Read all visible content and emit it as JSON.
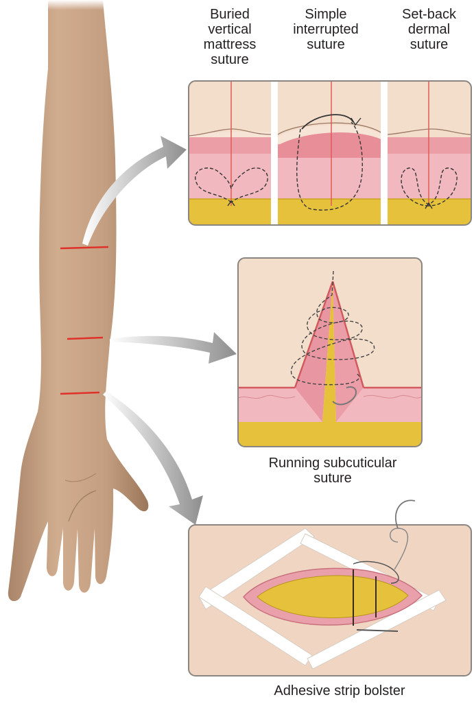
{
  "labels": {
    "buried": [
      "Buried",
      "vertical",
      "mattress",
      "suture"
    ],
    "simple": [
      "Simple",
      "interrupted",
      "suture"
    ],
    "setback": [
      "Set-back",
      "dermal",
      "suture"
    ],
    "running": [
      "Running subcuticular",
      "suture"
    ],
    "bolster": [
      "Adhesive strip bolster"
    ]
  },
  "colors": {
    "skin": "#c9a487",
    "epidermis": "#f2dccb",
    "dermis": "#f0aab0",
    "dermis_dark": "#e07e8c",
    "fat": "#e8c23a",
    "panel_border": "#8a8580",
    "incision": "#e0302a",
    "arrow": "#9a9a9a"
  }
}
